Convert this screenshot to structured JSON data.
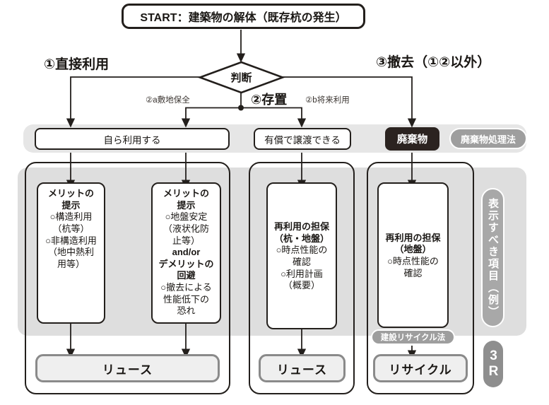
{
  "start": {
    "label": "START：建築物の解体（既存杭の発生）"
  },
  "decision": {
    "label": "判断"
  },
  "branches": {
    "direct_use": "①直接利用",
    "leave": "②存置",
    "removal": "③撤去（①②以外）",
    "site_preservation": "②a敷地保全",
    "future_use": "②b将来利用"
  },
  "middle_row": [
    {
      "label": "自ら利用する",
      "style": "outline"
    },
    {
      "label": "有償で譲渡できる",
      "style": "outline"
    },
    {
      "label": "廃棄物",
      "style": "dark"
    }
  ],
  "law_badges": {
    "waste_law": "廃棄物処理法",
    "recycle_law": "建設リサイクル法"
  },
  "detail_boxes": [
    {
      "name": "merit-structural",
      "lines": [
        {
          "text": "メリットの",
          "bold": true
        },
        {
          "text": "提示",
          "bold": true
        },
        {
          "text": "○構造利用",
          "bold": false
        },
        {
          "text": "（杭等）",
          "bold": false
        },
        {
          "text": "○非構造利用",
          "bold": false
        },
        {
          "text": "（地中熱利",
          "bold": false
        },
        {
          "text": "用等）",
          "bold": false
        }
      ]
    },
    {
      "name": "merit-ground",
      "lines": [
        {
          "text": "メリットの",
          "bold": true
        },
        {
          "text": "提示",
          "bold": true
        },
        {
          "text": "○地盤安定",
          "bold": false
        },
        {
          "text": "（液状化防",
          "bold": false
        },
        {
          "text": "止等）",
          "bold": false
        },
        {
          "text": "and/or",
          "bold": true
        },
        {
          "text": "デメリットの",
          "bold": true
        },
        {
          "text": "回避",
          "bold": true
        },
        {
          "text": "○撤去による",
          "bold": false
        },
        {
          "text": "性能低下の",
          "bold": false
        },
        {
          "text": "恐れ",
          "bold": false
        }
      ]
    },
    {
      "name": "reuse-guarantee-pile-ground",
      "lines": [
        {
          "text": "再利用の担保",
          "bold": true
        },
        {
          "text": "（杭・地盤）",
          "bold": true
        },
        {
          "text": "○時点性能の",
          "bold": false
        },
        {
          "text": "確認",
          "bold": false
        },
        {
          "text": "○利用計画",
          "bold": false
        },
        {
          "text": "（概要）",
          "bold": false
        }
      ]
    },
    {
      "name": "reuse-guarantee-ground",
      "lines": [
        {
          "text": "再利用の担保",
          "bold": true
        },
        {
          "text": "（地盤）",
          "bold": true
        },
        {
          "text": "○時点性能の",
          "bold": false
        },
        {
          "text": "確認",
          "bold": false
        }
      ]
    }
  ],
  "results": [
    {
      "label": "リュース"
    },
    {
      "label": "リュース"
    },
    {
      "label": "リサイクル"
    }
  ],
  "side_labels": {
    "display_items": "表示すべき項目（例）",
    "three_r": "3R"
  },
  "colors": {
    "ink": "#231f1c",
    "dark_fill": "#2b2320",
    "gray_pill": "#9e9e9e",
    "band": "#e6e6e6",
    "result_fill": "#efefef",
    "result_border": "#8a8a8a"
  }
}
